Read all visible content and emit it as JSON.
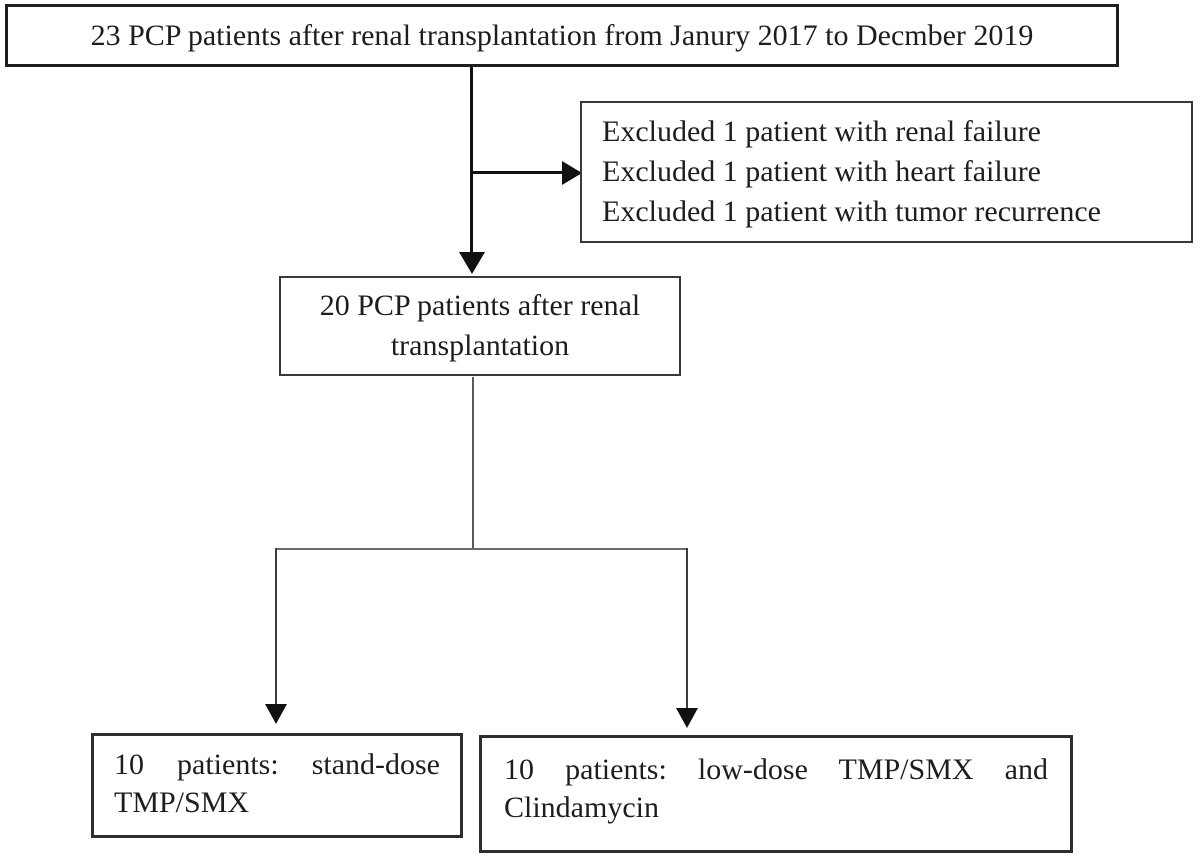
{
  "figure": {
    "title": "PCP patient flow diagram",
    "colors": {
      "background": "#ffffff",
      "text": "#1d1d1d",
      "box_border": "#333333",
      "connector": "#5a5a5a",
      "arrow": "#111111"
    }
  },
  "nodes": {
    "enrolled": {
      "text": "23 PCP patients after renal transplantation from Janury 2017 to Decmber 2019"
    },
    "excluded": {
      "lines": [
        "Excluded 1 patient with renal failure",
        "Excluded 1 patient with heart failure",
        "Excluded 1 patient with tumor recurrence"
      ]
    },
    "included": {
      "lines": [
        "20 PCP patients after renal",
        "transplantation"
      ]
    },
    "arm_standard": {
      "lines": [
        "10 patients: stand-dose",
        "TMP/SMX"
      ]
    },
    "arm_lowdose": {
      "lines": [
        "10 patients: low-dose TMP/SMX and",
        "Clindamycin"
      ]
    }
  },
  "edges": [
    {
      "from": "enrolled",
      "to": "included",
      "type": "arrow"
    },
    {
      "from": "enrolled",
      "to": "excluded",
      "type": "arrow"
    },
    {
      "from": "included",
      "to": "arm_standard",
      "type": "arrow"
    },
    {
      "from": "included",
      "to": "arm_lowdose",
      "type": "arrow"
    }
  ]
}
